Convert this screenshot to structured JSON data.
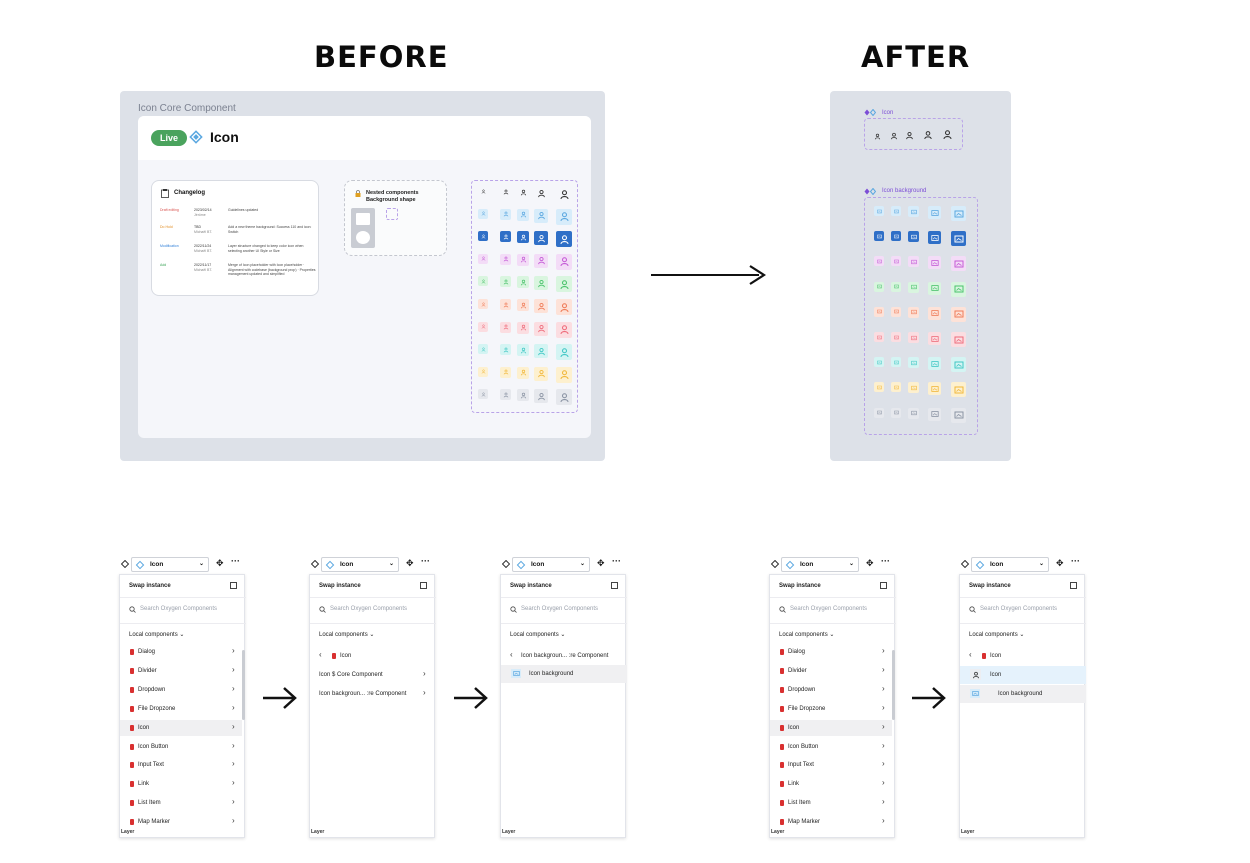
{
  "headings": {
    "before": "BEFORE",
    "after": "AFTER"
  },
  "before_frame": {
    "frame_label": "Icon Core Component",
    "status_pill": "Live",
    "component_title": "Icon",
    "changelog": {
      "title": "Changelog",
      "rows": [
        {
          "tag": "Draft editing",
          "date": "2023/02/14",
          "author": "Jérôme",
          "text": "Guidelines updated",
          "color": "#d9534f"
        },
        {
          "tag": "Do Hold",
          "date": "TBD",
          "author": "Michaël BT.",
          "text": "Add a new theme background: Success 110 and icon: Switch",
          "color": "#e08a1e"
        },
        {
          "tag": "Modification",
          "date": "2022/11/24",
          "author": "Michaël BT.",
          "text": "Layer structure changed to keep color icon when selecting another UI Style or Size",
          "color": "#2f7fd8"
        },
        {
          "tag": "Add",
          "date": "2022/11/17",
          "author": "Michaël BT.",
          "text": "Merge of Icon placeholder with Icon placeholder · Alignment with codebase (background prop) · Properties management updated and simplified",
          "color": "#3aa457"
        }
      ]
    },
    "nested": {
      "title_line1": "Nested components",
      "title_line2": "Background shape"
    }
  },
  "after_frame": {
    "icon_label": "Icon",
    "icon_background_label": "Icon background"
  },
  "icon_colors": [
    "#8a93a3",
    "#5aa7e0",
    "#2f6fc7",
    "#c45ad6",
    "#49c26b",
    "#ef7b57",
    "#ee6b7a",
    "#3fc7c4",
    "#f1b73a",
    "#8a93a3"
  ],
  "icon_bg_colors": [
    "#eceef2",
    "#d7ecfa",
    "#2f6fc7",
    "#f3dcf7",
    "#d9f5df",
    "#fde2d8",
    "#fbdde1",
    "#d4f4f3",
    "#fdf0cf",
    "#e6e8ed"
  ],
  "panels": {
    "toolbar_value": "Icon",
    "swap_title": "Swap instance",
    "search_placeholder": "Search  Oxygen Components",
    "local_components": "Local components",
    "list": [
      "Dialog",
      "Divider",
      "Dropdown",
      "File Dropzone",
      "Icon",
      "Icon Button",
      "Input Text",
      "Link",
      "List Item",
      "Map Marker"
    ],
    "panel2": {
      "back": "Icon",
      "items": [
        "Icon $ Core Component",
        "Icon backgroun... :re Component"
      ]
    },
    "panel3": {
      "back": "Icon backgroun... :re Component",
      "item": "Icon background"
    },
    "panel5": {
      "back": "Icon",
      "items": [
        "Icon",
        "Icon background"
      ]
    },
    "layer_label": "Layer"
  }
}
